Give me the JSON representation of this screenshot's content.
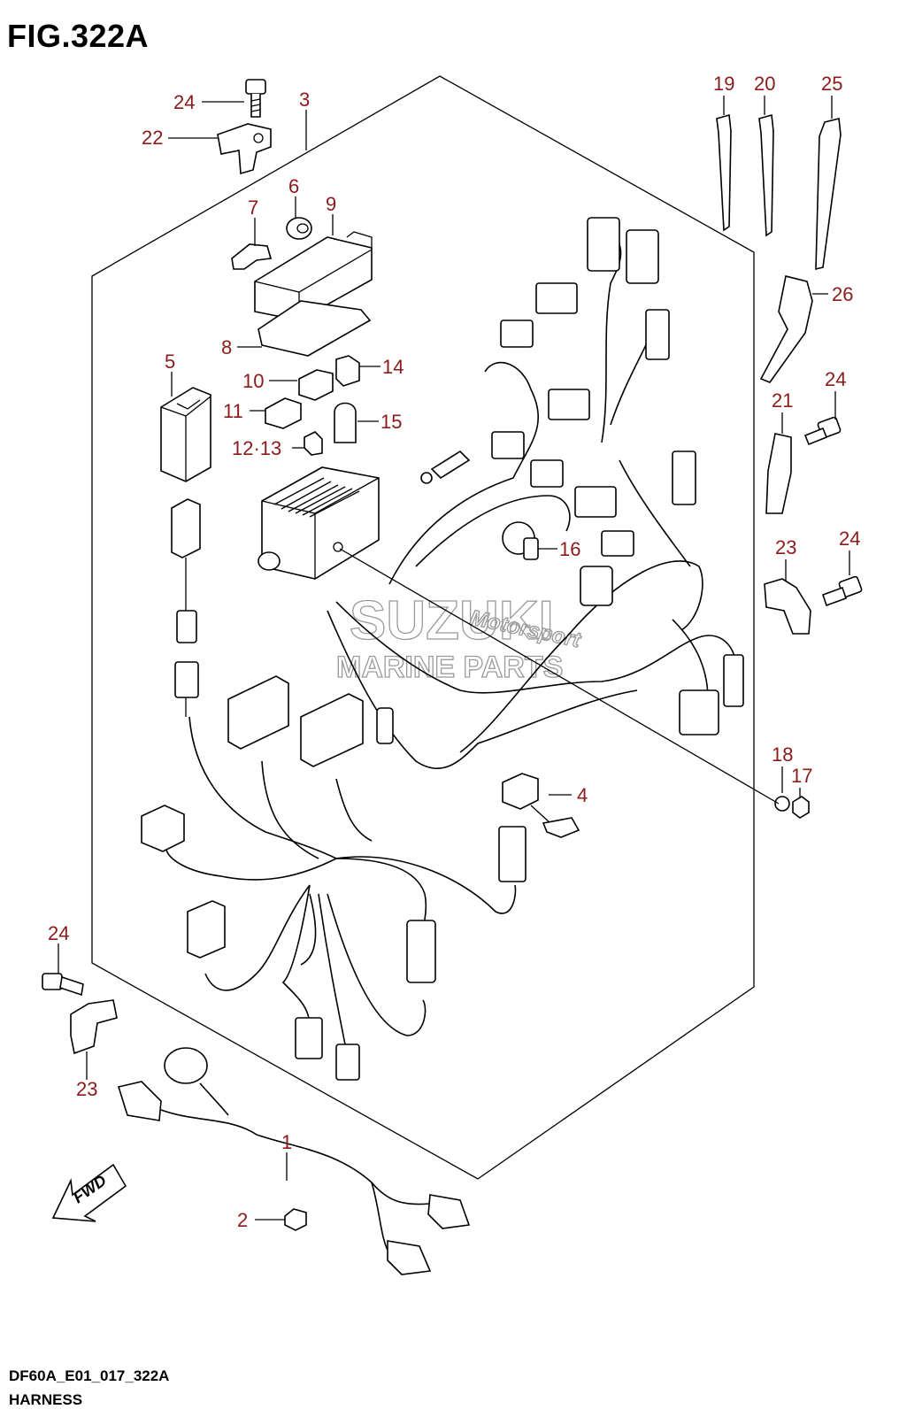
{
  "figure": {
    "title": "FIG.322A",
    "code": "DF60A_E01_017_322A",
    "name": "HARNESS",
    "direction_label": "FWD",
    "watermark_brand": "SUZUKI",
    "watermark_sub": "MARINE PARTS",
    "watermark_script": "Motorsport"
  },
  "callouts": [
    "1",
    "2",
    "3",
    "4",
    "5",
    "6",
    "7",
    "8",
    "9",
    "10",
    "11",
    "12·13",
    "14",
    "15",
    "16",
    "17",
    "18",
    "19",
    "20",
    "21",
    "22",
    "23",
    "23",
    "24",
    "24",
    "24",
    "24",
    "25",
    "26"
  ],
  "colors": {
    "callout": "#8b1a1a",
    "line": "#000000",
    "watermark": "#9a9a9a"
  }
}
